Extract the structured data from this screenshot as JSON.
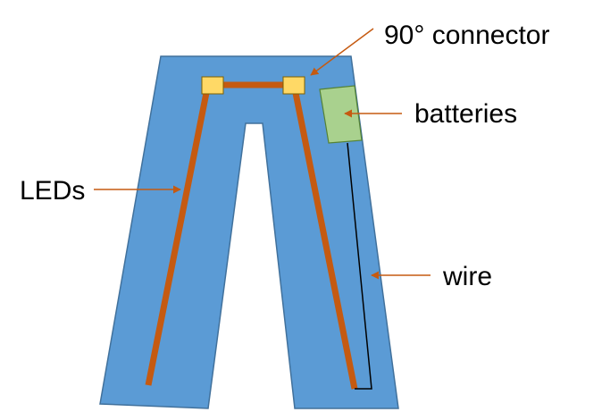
{
  "labels": {
    "connector": "90° connector",
    "batteries": "batteries",
    "leds": "LEDs",
    "wire": "wire"
  },
  "colors": {
    "pants_fill": "#5b9bd5",
    "pants_stroke": "#41719c",
    "led_strip": "#c55a11",
    "connector_fill": "#ffd966",
    "connector_stroke": "#7f6000",
    "battery_fill": "#a9d18e",
    "battery_stroke": "#548235",
    "wire": "#000000",
    "arrow": "#c55a11"
  }
}
